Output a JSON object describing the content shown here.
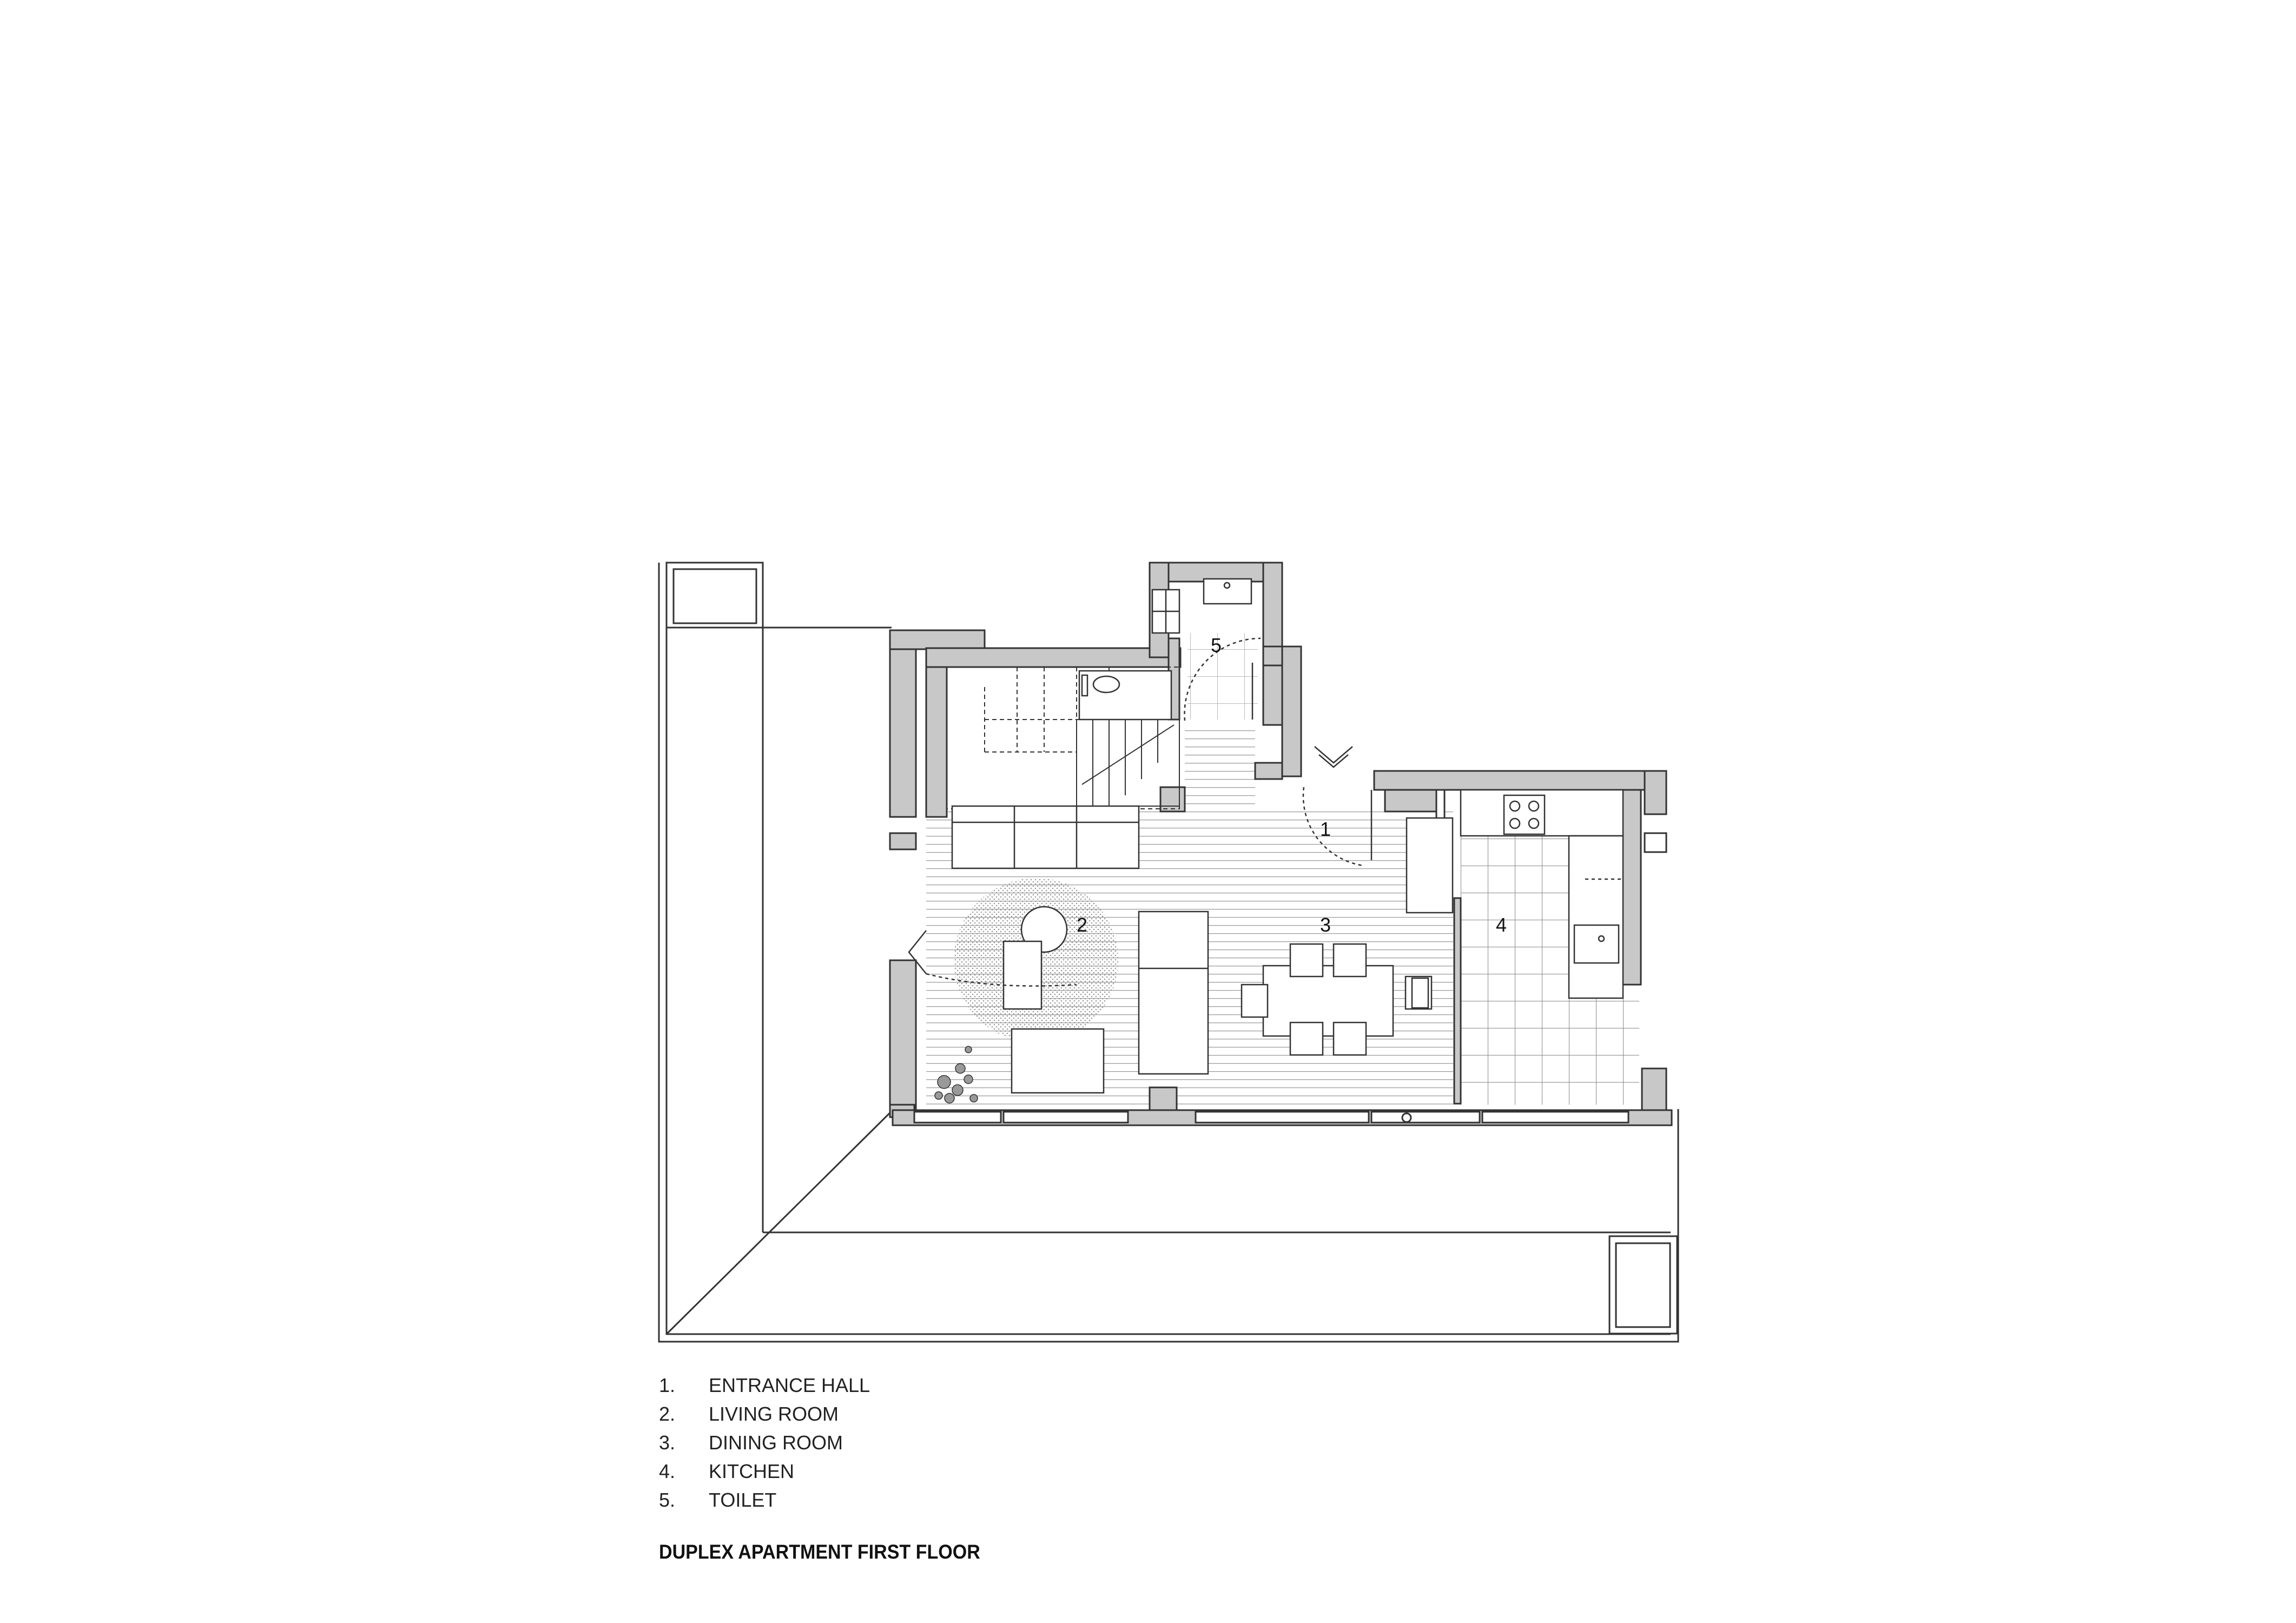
{
  "plan": {
    "room_numbers": {
      "entrance_hall": "1",
      "living_room": "2",
      "dining_room": "3",
      "kitchen": "4",
      "toilet": "5"
    },
    "wall_color": "#c8c8c8",
    "line_color": "#333333",
    "tile_color": "#777777"
  },
  "legend": [
    {
      "num": "1.",
      "label": "ENTRANCE HALL"
    },
    {
      "num": "2.",
      "label": "LIVING ROOM"
    },
    {
      "num": "3.",
      "label": "DINING ROOM"
    },
    {
      "num": "4.",
      "label": "KITCHEN"
    },
    {
      "num": "5.",
      "label": "TOILET"
    }
  ],
  "title": "DUPLEX APARTMENT FIRST FLOOR"
}
